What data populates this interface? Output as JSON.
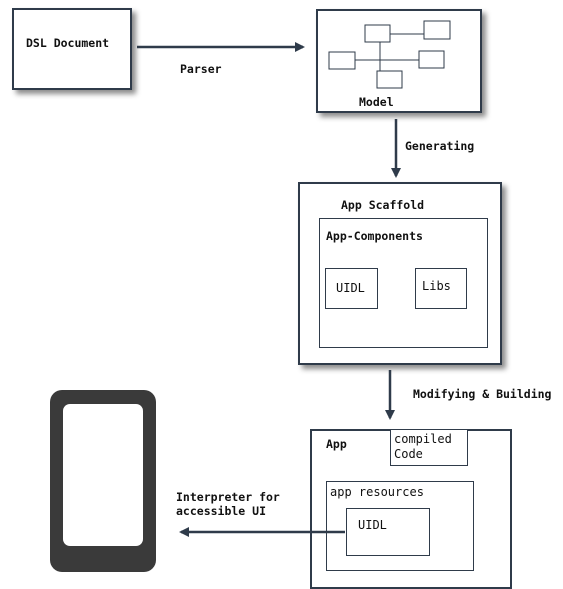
{
  "nodes": {
    "dsl_document": "DSL Document",
    "model": "Model",
    "app_scaffold": "App Scaffold",
    "app_components": "App-Components",
    "uidl_scaffold": "UIDL",
    "libs": "Libs",
    "app": "App",
    "compiled_code": "compiled\nCode",
    "app_resources": "app resources",
    "uidl_app": "UIDL"
  },
  "edges": {
    "parser": "Parser",
    "generating": "Generating",
    "modifying_building": "Modifying & Building",
    "interpreter": "Interpreter for\naccessible UI"
  },
  "colors": {
    "stroke": "#2f3b4a",
    "phone": "#3a3a3a"
  },
  "icons": {
    "model_glyph": "uml-class-diagram-icon",
    "device": "smartphone-icon"
  }
}
